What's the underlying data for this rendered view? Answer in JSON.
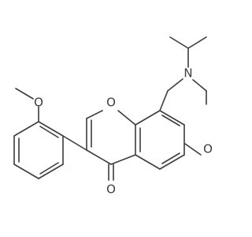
{
  "molecule": {
    "atoms": {
      "o_methoxy": "O",
      "o_pyran": "O",
      "n_amine": "N",
      "o_oxazine": "O",
      "o_carbonyl": "O"
    }
  }
}
